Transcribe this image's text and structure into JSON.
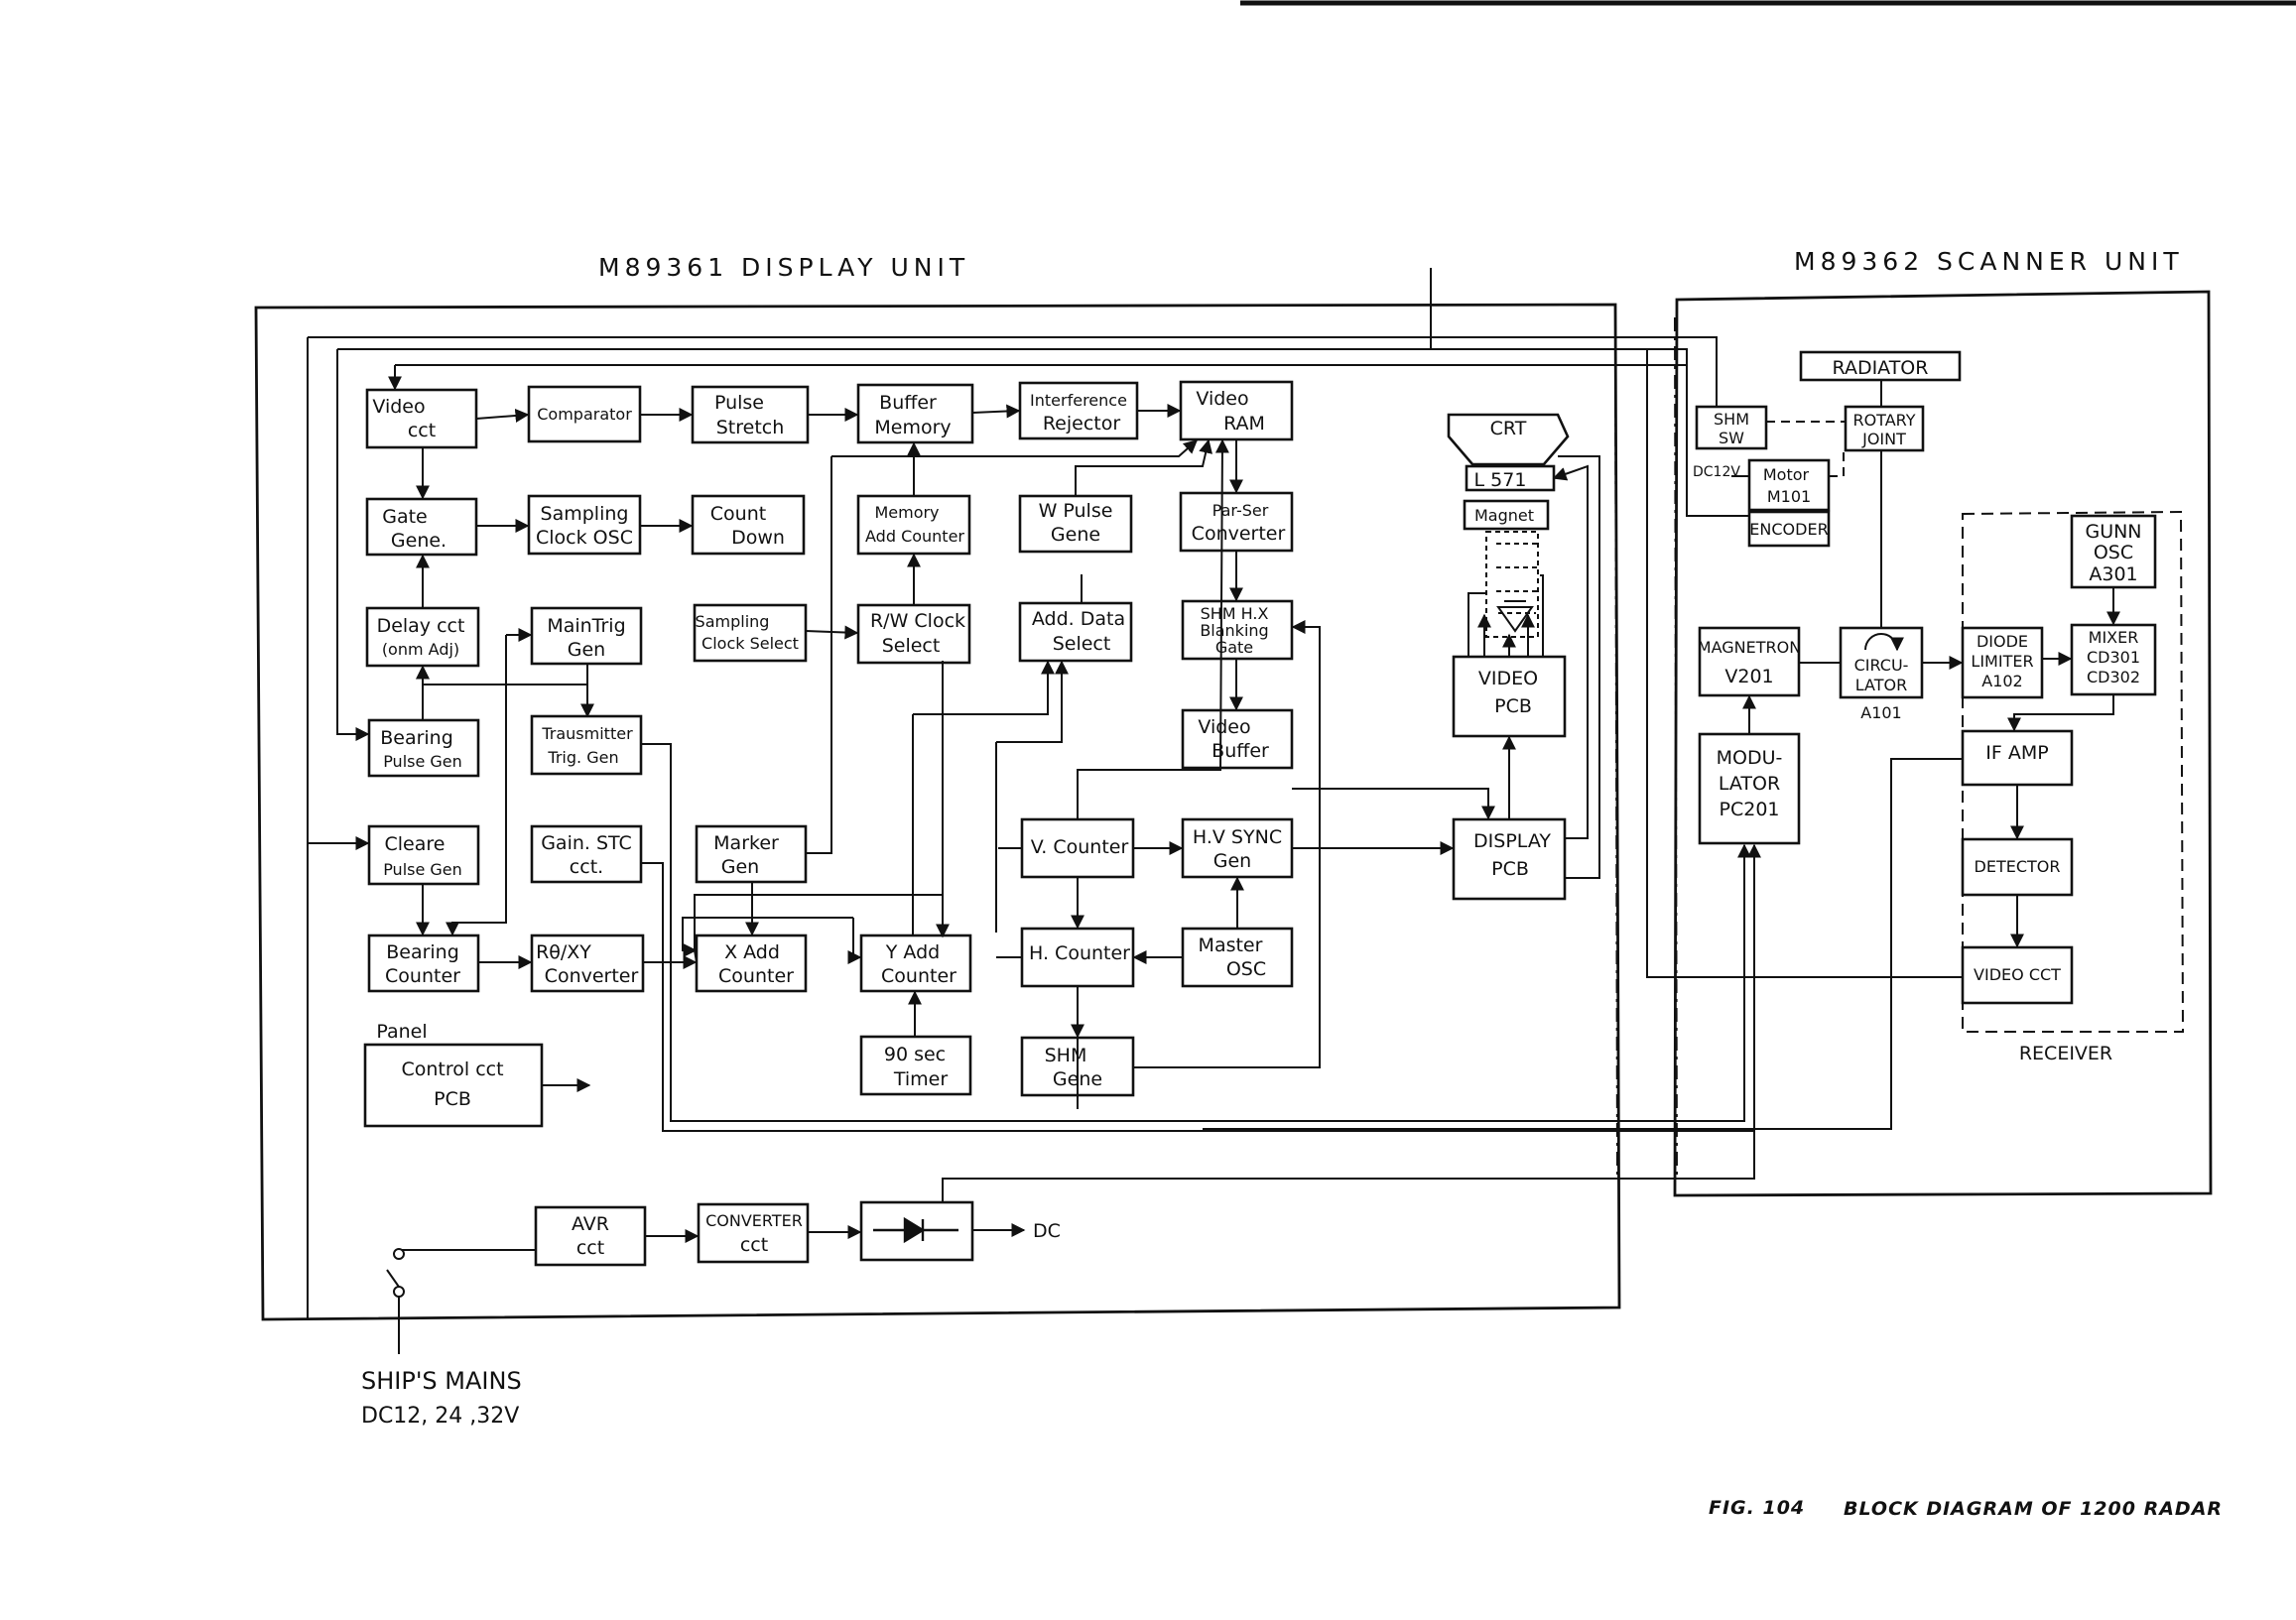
{
  "units": {
    "display": "M89361   DISPLAY  UNIT",
    "scanner": "M89362   SCANNER UNIT",
    "receiver": "RECEIVER"
  },
  "blocks": {
    "video_cct": [
      "Video",
      "cct"
    ],
    "comparator": [
      "Comparator"
    ],
    "pulse_stretch": [
      "Pulse",
      "Stretch"
    ],
    "buffer_memory": [
      "Buffer",
      "Memory"
    ],
    "interference_rejector": [
      "Interference",
      "Rejector"
    ],
    "video_ram": [
      "Video",
      "RAM"
    ],
    "gate_gene": [
      "Gate",
      "Gene."
    ],
    "sampling_clock_osc": [
      "Sampling",
      "Clock OSC"
    ],
    "count_down": [
      "Count",
      "Down"
    ],
    "memory_add_counter": [
      "Memory",
      "Add Counter"
    ],
    "w_pulse_gene": [
      "W  Pulse",
      "Gene"
    ],
    "par_ser_converter": [
      "Par-Ser",
      "Converter"
    ],
    "delay_cct": [
      "Delay cct",
      "(onm Adj)"
    ],
    "main_trig_gen": [
      "MainTrig",
      "Gen"
    ],
    "sampling_clock_select": [
      "Sampling",
      "Clock Select"
    ],
    "rw_clock_select": [
      "R/W Clock",
      "Select"
    ],
    "add_data_select": [
      "Add. Data",
      "Select"
    ],
    "shm_blanking_gate": [
      "SHM  H.X",
      "Blanking",
      "Gate"
    ],
    "bearing_pulse_gen": [
      "Bearing",
      "Pulse Gen"
    ],
    "transmitter_trig_gen": [
      "Trausmitter",
      "Trig. Gen"
    ],
    "video_buffer": [
      "Video",
      "Buffer"
    ],
    "cleare_pulse_gen": [
      "Cleare",
      "Pulse Gen"
    ],
    "gain_stc_cct": [
      "Gain. STC",
      "cct."
    ],
    "marker_gen": [
      "Marker",
      "Gen"
    ],
    "v_counter": [
      "V. Counter"
    ],
    "hv_sync_gen": [
      "H.V SYNC",
      "Gen"
    ],
    "bearing_counter": [
      "Bearing",
      "Counter"
    ],
    "rt_xy_converter": [
      "Rθ/XY",
      "Converter"
    ],
    "x_add_counter": [
      "X Add",
      "Counter"
    ],
    "y_add_counter": [
      "Y Add",
      "Counter"
    ],
    "h_counter": [
      "H. Counter"
    ],
    "master_osc": [
      "Master",
      "OSC"
    ],
    "timer_90": [
      "90 sec",
      "Timer"
    ],
    "shm_gene": [
      "SHM",
      "Gene"
    ],
    "control_cct_pcb": [
      "Control  cct",
      "PCB"
    ],
    "crt": [
      "CRT"
    ],
    "l571": [
      "L 571"
    ],
    "magnet": [
      "Magnet"
    ],
    "video_pcb": [
      "VIDEO",
      "PCB"
    ],
    "display_pcb": [
      "DISPLAY",
      "PCB"
    ],
    "avr_cct": [
      "AVR",
      "cct"
    ],
    "converter_cct": [
      "CONVERTER",
      "cct"
    ],
    "radiator": [
      "RADIATOR"
    ],
    "shm_sw": [
      "SHM",
      "SW"
    ],
    "rotary_joint": [
      "ROTARY",
      "JOINT"
    ],
    "motor_m101": [
      "Motor",
      "M101"
    ],
    "encoder": [
      "ENCODER"
    ],
    "magnetron": [
      "MAGNETRON",
      "V201"
    ],
    "circulator": [
      "CIRCU-",
      "LATOR"
    ],
    "diode_limiter": [
      "DIODE",
      "LIMITER",
      "A102"
    ],
    "mixer": [
      "MIXER",
      "CD301",
      "CD302"
    ],
    "gunn_osc": [
      "GUNN",
      "OSC",
      "A301"
    ],
    "modulator": [
      "MODU-",
      "LATOR",
      "PC201"
    ],
    "if_amp": [
      "IF  AMP"
    ],
    "detector": [
      "DETECTOR"
    ],
    "video_cct_rx": [
      "VIDEO CCT"
    ]
  },
  "labels": {
    "panel": "Panel",
    "dc_out": "DC",
    "dc12v": "DC12V",
    "a101": "A101",
    "ships_mains": "SHIP'S  MAINS",
    "mains_voltage": "DC12, 24 ,32V"
  },
  "caption": {
    "fig": "FIG.  104",
    "title": "BLOCK DIAGRAM OF 1200 RADAR"
  }
}
